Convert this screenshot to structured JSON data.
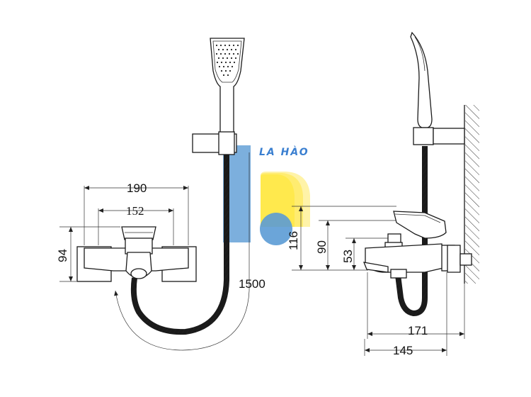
{
  "front_view": {
    "dims": {
      "width_outer": "190",
      "width_inner": "152",
      "height": "94",
      "hose_length": "1500"
    }
  },
  "side_view": {
    "dims": {
      "height_top": "116",
      "height_mid": "90",
      "height_low": "53",
      "depth_outer": "171",
      "depth_inner": "145"
    }
  },
  "watermark": {
    "text": "LA HÀO",
    "colors": {
      "blue": "#5b9bd5",
      "yellow": "#ffe94d",
      "text": "#3a7fd0"
    }
  }
}
